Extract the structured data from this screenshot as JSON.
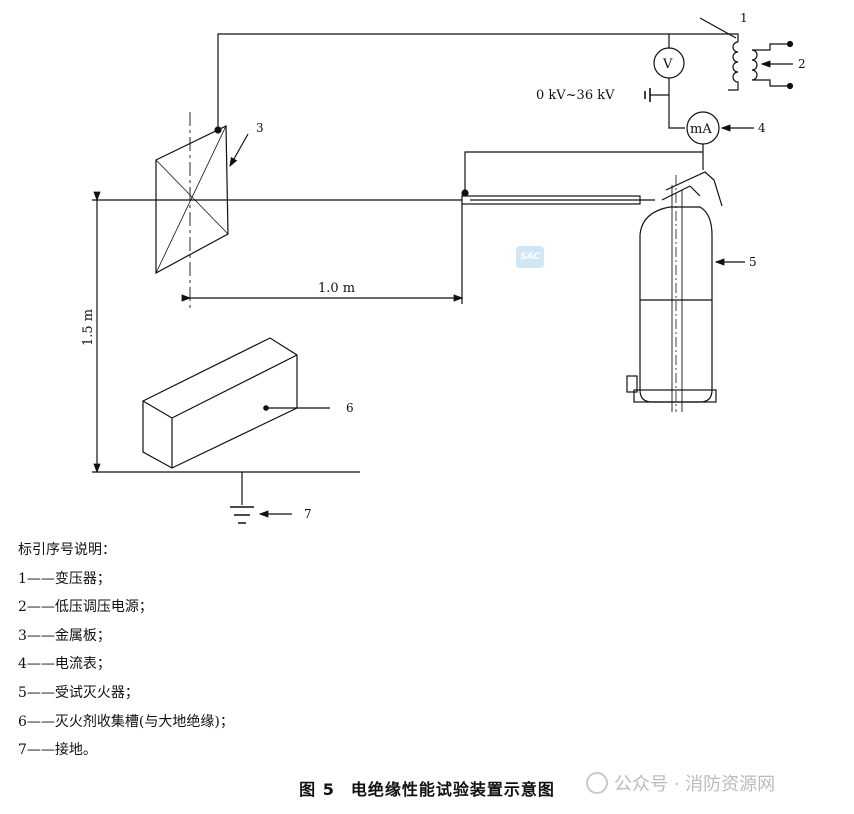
{
  "labels": {
    "n1": "1",
    "n2": "2",
    "n3": "3",
    "n4": "4",
    "n5": "5",
    "n6": "6",
    "n7": "7",
    "voltmeter": "V",
    "ammeter": "mA",
    "voltage_range": "0 kV~36 kV",
    "dist_horizontal": "1.0 m",
    "dist_vertical": "1.5 m"
  },
  "legend": {
    "title": "标引序号说明：",
    "items": [
      "1——变压器；",
      "2——低压调压电源；",
      "3——金属板；",
      "4——电流表；",
      "5——受试灭火器；",
      "6——灭火剂收集槽(与大地绝缘)；",
      "7——接地。"
    ]
  },
  "caption": {
    "figure_no": "图 5",
    "title": "电绝缘性能试验装置示意图"
  },
  "watermark": {
    "text": "公众号 · 消防资源网",
    "logo": "SAC"
  }
}
